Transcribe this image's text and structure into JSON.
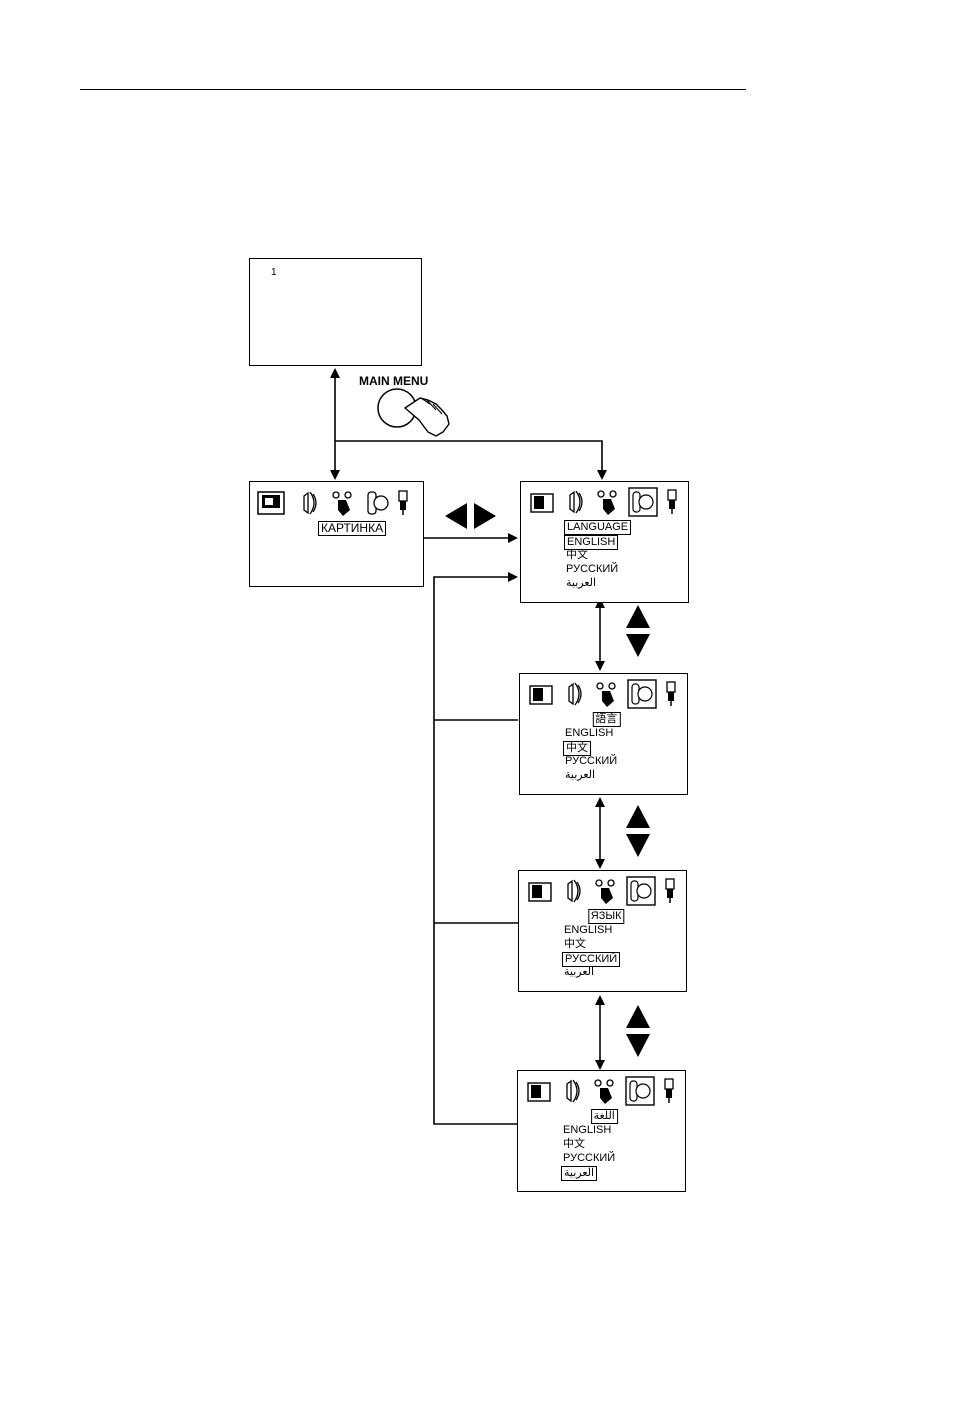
{
  "top_screen": {
    "channel": "1"
  },
  "main_menu_button": {
    "label": "MAIN MENU"
  },
  "first_menu": {
    "title": "КАРТИНКА"
  },
  "language_screens": [
    {
      "title": "LANGUAGE",
      "items": [
        "ENGLISH",
        "中文",
        "РУССКИЙ",
        "العربية"
      ],
      "selected": 0
    },
    {
      "title": "語言",
      "items": [
        "ENGLISH",
        "中文",
        "РУССКИЙ",
        "العربية"
      ],
      "selected": 1
    },
    {
      "title": "ЯЗЫК",
      "items": [
        "ENGLISH",
        "中文",
        "РУССКИЙ",
        "العربية"
      ],
      "selected": 2
    },
    {
      "title": "اللغة",
      "items": [
        "ENGLISH",
        "中文",
        "РУССКИЙ",
        "العربية"
      ],
      "selected": 3
    }
  ],
  "icon_names": [
    "picture-icon",
    "sound-icon",
    "function-icon",
    "language-icon",
    "power-icon"
  ]
}
